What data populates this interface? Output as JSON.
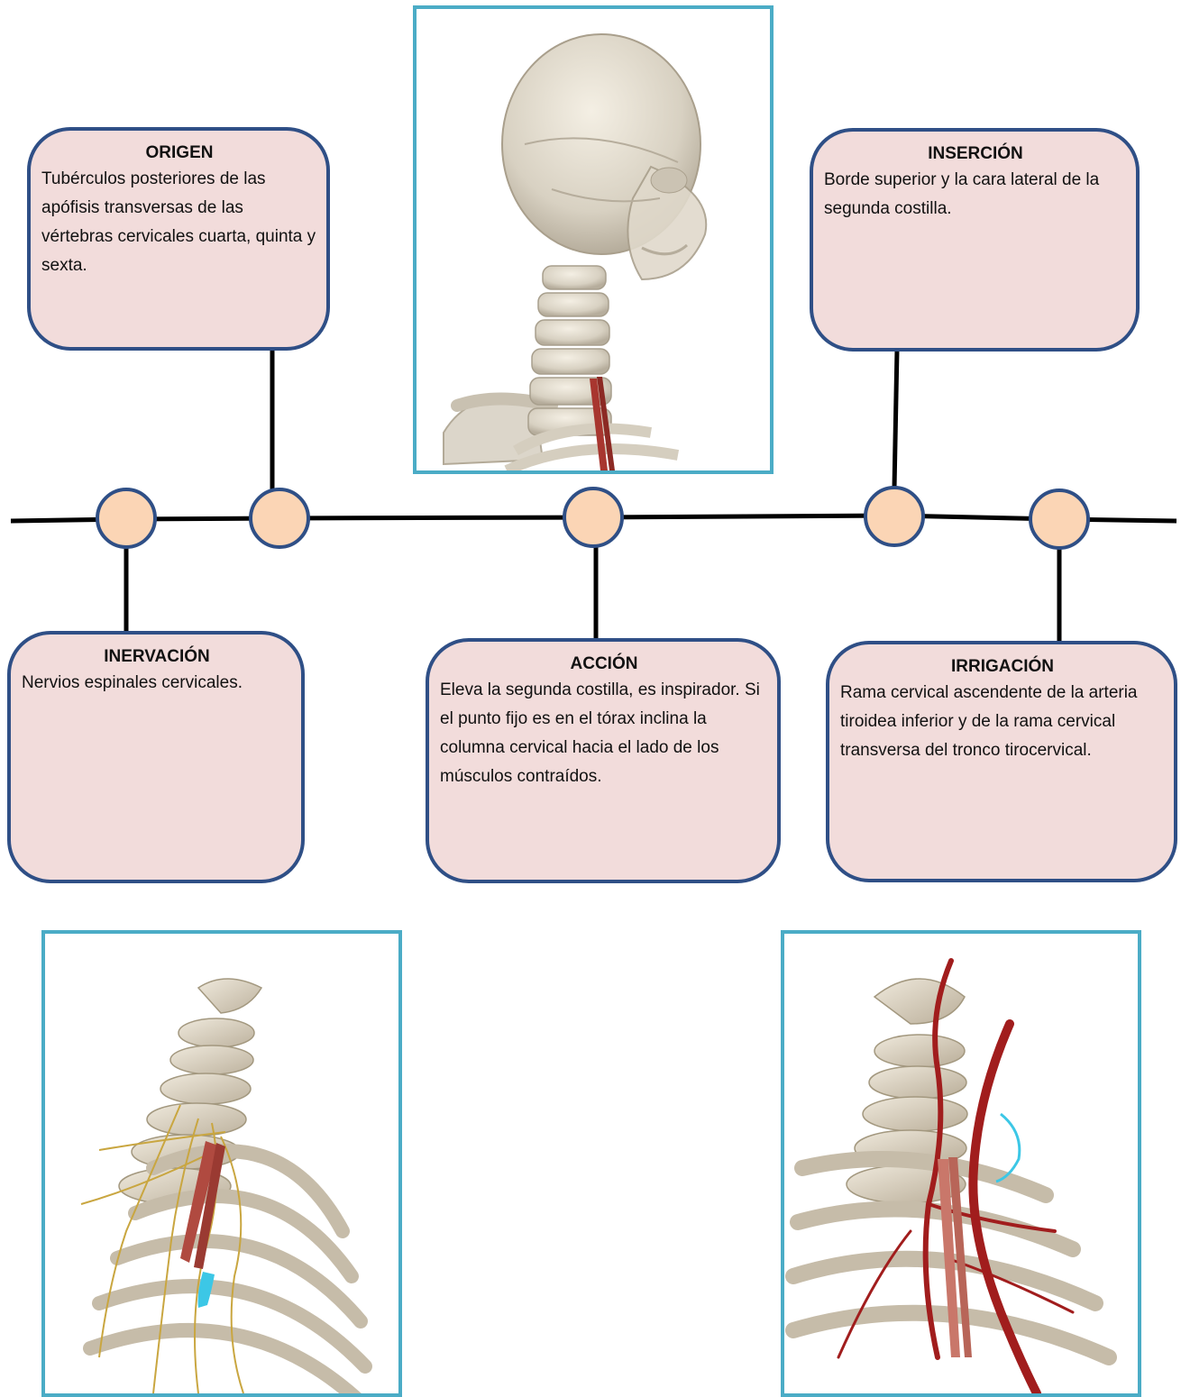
{
  "cards": {
    "origen": {
      "title": "ORIGEN",
      "text": "Tubérculos posteriores de las apófisis transversas de las vértebras cervicales cuarta, quinta y sexta."
    },
    "insercion": {
      "title": "INSERCIÓN",
      "text": "Borde superior y la cara lateral de la segunda costilla."
    },
    "inervacion": {
      "title": "INERVACIÓN",
      "text": "Nervios espinales cervicales."
    },
    "accion": {
      "title": "ACCIÓN",
      "text": "Eleva la segunda costilla, es inspirador. Si el punto fijo es en el tórax inclina la columna cervical hacia el lado de los músculos contraídos."
    },
    "irrigacion": {
      "title": "IRRIGACIÓN",
      "text": "Rama cervical ascendente de la arteria tiroidea inferior y de la rama cervical transversa del tronco tirocervical."
    }
  },
  "images": {
    "skull": "skull-neck-illustration",
    "nerves": "cervical-nerves-illustration",
    "arteries": "cervical-arteries-illustration"
  },
  "colors": {
    "card_fill": "#f2dcdb",
    "card_border": "#2f4f86",
    "node_fill": "#fbd5b5",
    "image_border": "#4bacc6",
    "line": "#000000"
  }
}
